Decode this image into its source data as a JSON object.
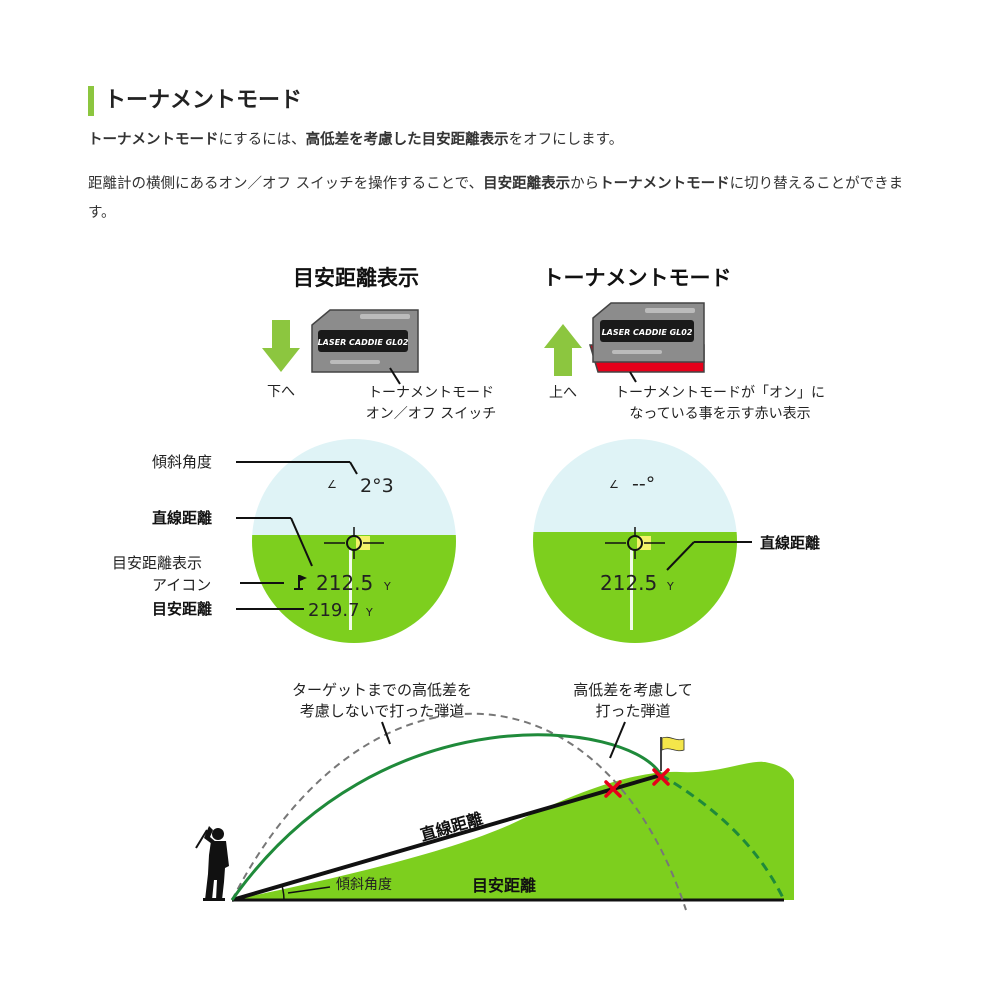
{
  "heading": "トーナメントモード",
  "para1": {
    "t1": "トーナメントモード",
    "t2": "にするには、",
    "t3": "高低差を考慮した目安距離表示",
    "t4": "をオフにします。"
  },
  "para2": {
    "t1": "距離計の横側にあるオン／オフ スイッチを操作することで、",
    "t2": "目安距離表示",
    "t3": "から",
    "t4": "トーナメントモード",
    "t5": "に切り替えることができます。"
  },
  "left_panel": {
    "title": "目安距離表示",
    "device_label": "LASER CADDIE GL02",
    "arrow_label": "下へ",
    "switch_label_1": "トーナメントモード",
    "switch_label_2": "オン／オフ スイッチ",
    "angle_label": "傾斜角度",
    "angle_value": "2°3",
    "straight_label": "直線距離",
    "icon_label_1": "目安距離表示",
    "icon_label_2": "アイコン",
    "guide_label": "目安距離",
    "straight_value": "212.5",
    "guide_value": "219.7",
    "unit": "Y"
  },
  "right_panel": {
    "title": "トーナメントモード",
    "device_label": "LASER CADDIE GL02",
    "arrow_label": "上へ",
    "red_label_1": "トーナメントモードが「オン」に",
    "red_label_2": "なっている事を示す赤い表示",
    "angle_value": "--°",
    "straight_label": "直線距離",
    "straight_value": "212.5",
    "unit": "Y"
  },
  "trajectory": {
    "no_elev_label_1": "ターゲットまでの高低差を",
    "no_elev_label_2": "考慮しないで打った弾道",
    "elev_label_1": "高低差を考慮して",
    "elev_label_2": "打った弾道",
    "straight_label": "直線距離",
    "angle_label": "傾斜角度",
    "guide_label": "目安距離"
  },
  "colors": {
    "accent": "#8cc63f",
    "green_field": "#7dcf1e",
    "sky": "#dff3f6",
    "red": "#e6001a",
    "dark_green_line": "#1f8a3a",
    "device_gray": "#8c8c8c"
  }
}
